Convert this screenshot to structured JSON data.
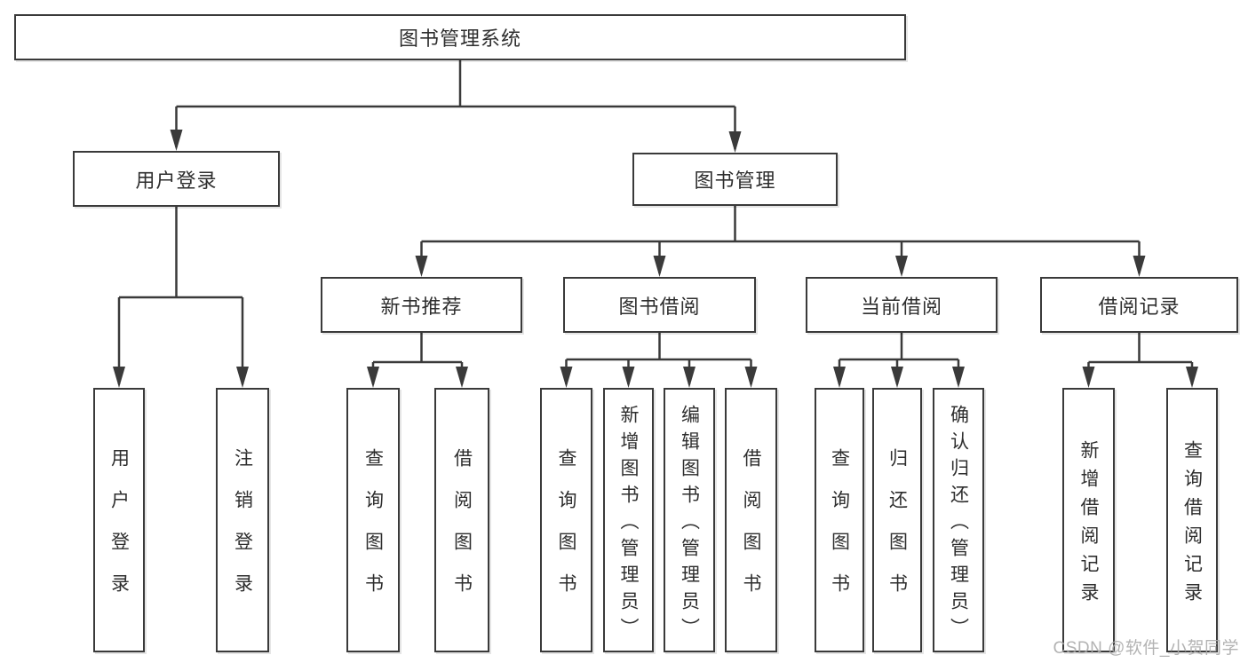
{
  "tree": {
    "label": "图书管理系统",
    "children": [
      {
        "label": "用户登录",
        "children": [
          {
            "label": "用户登录"
          },
          {
            "label": "注销登录"
          }
        ]
      },
      {
        "label": "图书管理",
        "children": [
          {
            "label": "新书推荐",
            "children": [
              {
                "label": "查询图书"
              },
              {
                "label": "借阅图书"
              }
            ]
          },
          {
            "label": "图书借阅",
            "children": [
              {
                "label": "查询图书"
              },
              {
                "label": "新增图书（管理员）"
              },
              {
                "label": "编辑图书（管理员）"
              },
              {
                "label": "借阅图书"
              }
            ]
          },
          {
            "label": "当前借阅",
            "children": [
              {
                "label": "查询图书"
              },
              {
                "label": "归还图书"
              },
              {
                "label": "确认归还（管理员）"
              }
            ]
          },
          {
            "label": "借阅记录",
            "children": [
              {
                "label": "新增借阅记录"
              },
              {
                "label": "查询借阅记录"
              }
            ]
          }
        ]
      }
    ]
  },
  "watermark": {
    "text": "CSDN @软件_小贺同学"
  },
  "colors": {
    "line": "#3a3a3a",
    "text": "#2e2e2e",
    "box_fill": "#ffffff",
    "watermark": "#ababab",
    "background": "#ffffff"
  }
}
